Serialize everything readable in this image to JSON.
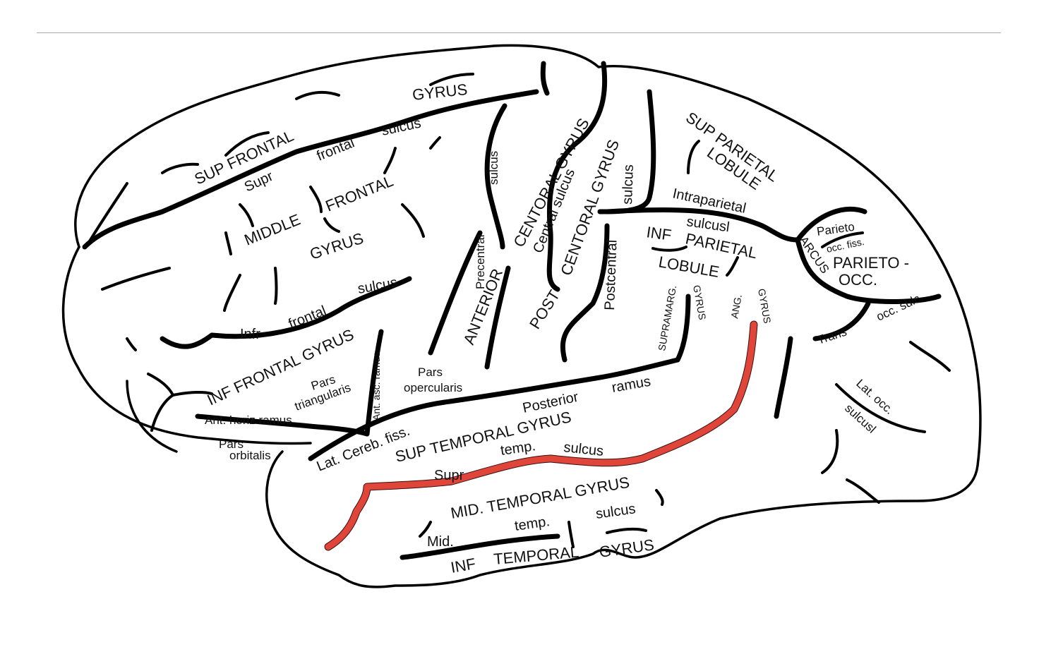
{
  "figure": {
    "subject": "Lateral surface of the cerebral hemisphere",
    "highlight_color": "#e0453a",
    "outline_color": "#000000",
    "divider_color": "#a9a9a9"
  },
  "labels": {
    "sup_frontal_gyrus_a": "SUP FRONTAL",
    "sup_frontal_gyrus_b": "GYRUS",
    "supr_frontal_sulcus_a": "Supr",
    "supr_frontal_sulcus_b": "frontal",
    "supr_frontal_sulcus_c": "sulcus",
    "middle_frontal_gyrus_a": "MIDDLE",
    "middle_frontal_gyrus_b": "FRONTAL",
    "middle_frontal_gyrus_c": "GYRUS",
    "infr_frontal_sulcus_a": "Infr",
    "infr_frontal_sulcus_b": "frontal",
    "infr_frontal_sulcus_c": "sulcus",
    "inf_frontal_gyrus": "INF FRONTAL GYRUS",
    "pars_triangularis_a": "Pars",
    "pars_triangularis_b": "triangularis",
    "ant_asc_ramus": "Ant. asc. ramus",
    "pars_opercularis_a": "Pars",
    "pars_opercularis_b": "opercularis",
    "ant_horiz_ramus": "Ant. horiz.ramus",
    "pars_orbitalis_a": "Pars",
    "pars_orbitalis_b": "orbitalis",
    "lat_cereb_fiss": "Lat. Cereb. fiss.",
    "precentral_sulcus_a": "Precentral",
    "precentral_sulcus_b": "sulcus",
    "anterior_central_gyrus_a": "ANTERIOR",
    "anterior_central_gyrus_b": "CENTORAL GYRUS",
    "central_sulcus": "Central sulcus",
    "post_central_gyrus_a": "POST",
    "post_central_gyrus_b": "CENTORAL GYRUS",
    "postcentral_sulcus_a": "Postcentral",
    "postcentral_sulcus_b": "sulcus",
    "sup_parietal_lobule_a": "SUP PARIETAL",
    "sup_parietal_lobule_b": "LOBULE",
    "intraparietal_sulcus_a": "Intraparietal",
    "intraparietal_sulcus_b": "sulcusl",
    "inf_parietal_lobule_a": "INF",
    "inf_parietal_lobule_b": "PARIETAL",
    "inf_parietal_lobule_c": "LOBULE",
    "supramarg_gyrus_a": "SUPRAMARG.",
    "supramarg_gyrus_b": "GYRUS",
    "ang_gyrus_a": "ANG.",
    "ang_gyrus_b": "GYRUS",
    "parieto_occ_fiss_a": "Parieto",
    "parieto_occ_fiss_b": "occ. fiss.",
    "arcus": "ARCUS",
    "parieto_occ_a": "PARIETO -",
    "parieto_occ_b": "OCC.",
    "trans_occ_sulc_a": "Trans",
    "trans_occ_sulc_b": "occ. sulc.",
    "lat_occ_sulcus_a": "Lat. occ.",
    "lat_occ_sulcus_b": "sulcusl",
    "posterior_ramus_a": "Posterior",
    "posterior_ramus_b": "ramus",
    "sup_temporal_gyrus": "SUP TEMPORAL GYRUS",
    "supr_temp_sulcus_a": "Supr",
    "supr_temp_sulcus_b": "temp.",
    "supr_temp_sulcus_c": "sulcus",
    "mid_temporal_gyrus": "MID. TEMPORAL GYRUS",
    "mid_temp_sulcus_a": "Mid.",
    "mid_temp_sulcus_b": "temp.",
    "mid_temp_sulcus_c": "sulcus",
    "inf_temporal_gyrus_a": "INF",
    "inf_temporal_gyrus_b": "TEMPORAL",
    "inf_temporal_gyrus_c": "GYRUS"
  }
}
